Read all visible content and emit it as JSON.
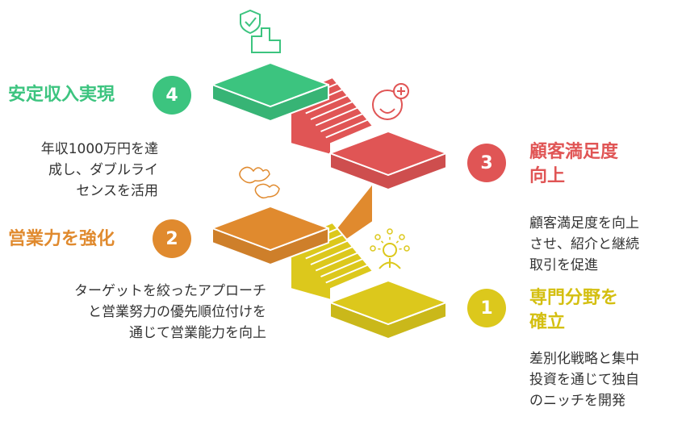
{
  "colors": {
    "step1": "#dcc81c",
    "step2": "#e08a2e",
    "step3": "#e05555",
    "step4": "#3cc47f"
  },
  "steps": [
    {
      "number": "1",
      "title_lines": [
        "専門分野を",
        "確立"
      ],
      "desc_lines": [
        "差別化戦略と集中",
        "投資を通じて独自",
        "のニッチを開発"
      ],
      "icon": "person-network-icon"
    },
    {
      "number": "2",
      "title_lines": [
        "営業力を強化"
      ],
      "desc_lines": [
        "ターゲットを絞ったアプローチ",
        "と営業努力の優先順位付けを",
        "通じて営業能力を向上"
      ],
      "icon": "fist-bump-icon"
    },
    {
      "number": "3",
      "title_lines": [
        "顧客満足度",
        "向上"
      ],
      "desc_lines": [
        "顧客満足度を向上",
        "させ、紹介と継続",
        "取引を促進"
      ],
      "icon": "smiley-plus-icon"
    },
    {
      "number": "4",
      "title_lines": [
        "安定収入実現"
      ],
      "desc_lines": [
        "年収1000万円を達",
        "成し、ダブルライ",
        "センスを活用"
      ],
      "icon": "shield-building-icon"
    }
  ]
}
